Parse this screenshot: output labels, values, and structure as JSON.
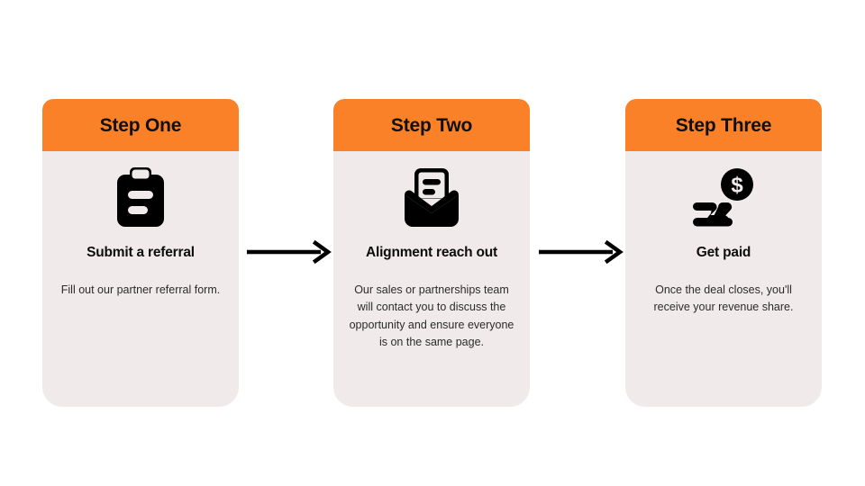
{
  "theme": {
    "page_background": "#FFFFFF",
    "header_accent": "#FA8128",
    "card_background": "#F0EBEA",
    "icon_color": "#000000",
    "title_color": "#0D0D0D",
    "body_text_color": "#2B2B2B",
    "arrow_color": "#000000"
  },
  "steps": [
    {
      "header": "Step One",
      "icon": "clipboard-icon",
      "title": "Submit a referral",
      "description": "Fill out our partner referral form."
    },
    {
      "header": "Step Two",
      "icon": "open-envelope-mail-icon",
      "title": "Alignment reach out",
      "description": "Our sales or partnerships team will contact you to discuss the opportunity and ensure everyone is on the same page."
    },
    {
      "header": "Step Three",
      "icon": "hand-receiving-dollar-coin-icon",
      "title": "Get paid",
      "description": "Once the deal closes, you'll receive your revenue share."
    }
  ],
  "connectors": [
    {
      "name": "arrow-right-icon"
    },
    {
      "name": "arrow-right-icon"
    }
  ]
}
